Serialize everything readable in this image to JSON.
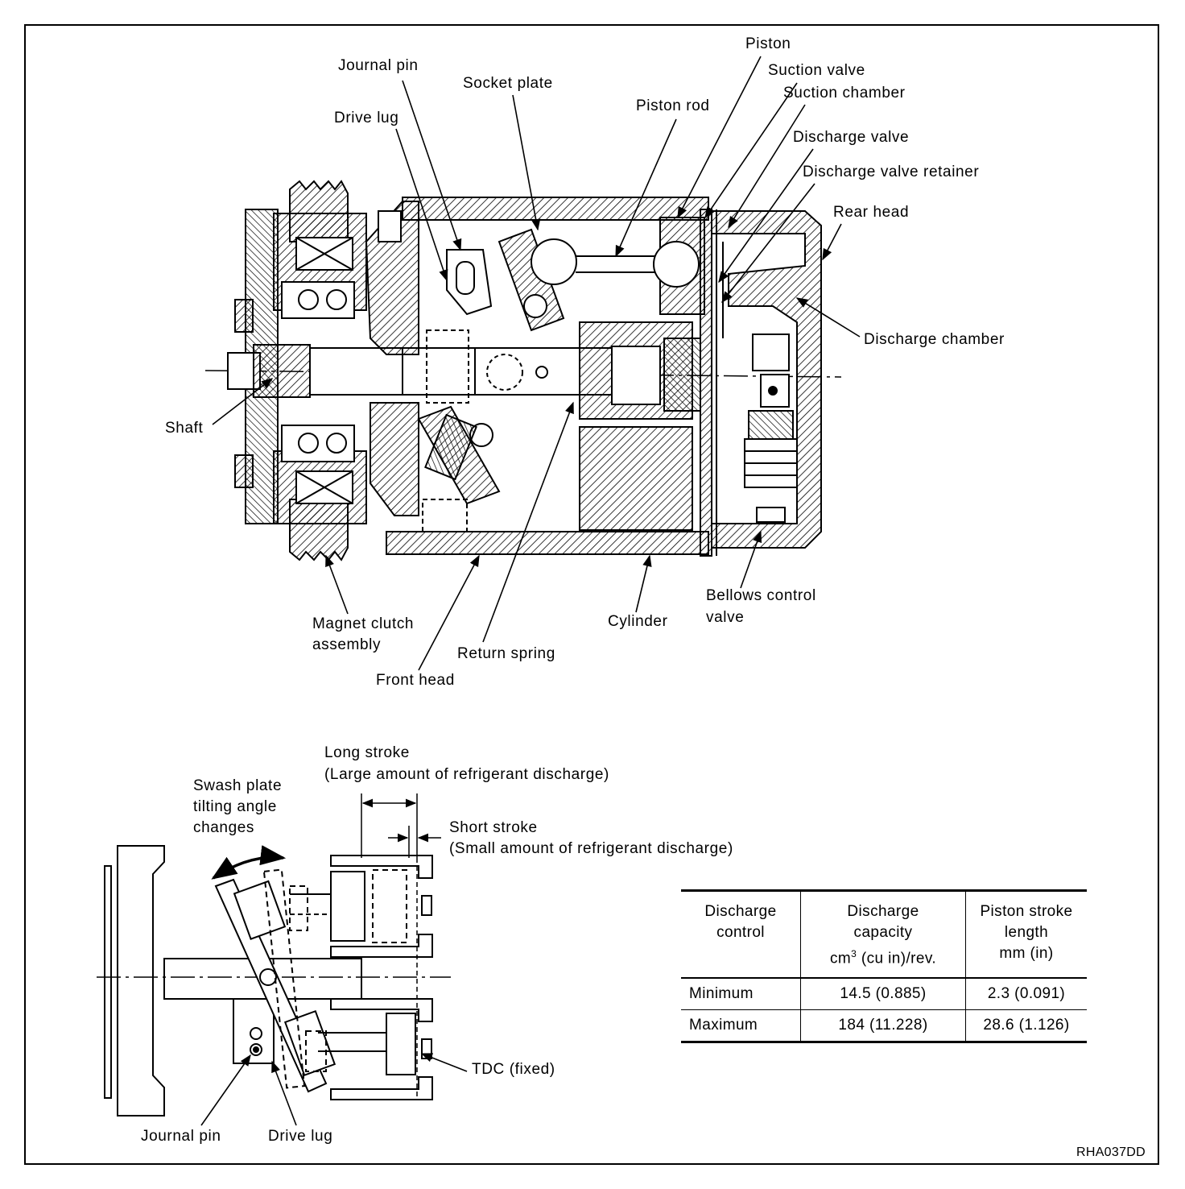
{
  "labels": {
    "journal_pin": "Journal pin",
    "socket_plate": "Socket plate",
    "drive_lug": "Drive lug",
    "piston": "Piston",
    "suction_valve": "Suction valve",
    "suction_chamber": "Suction chamber",
    "piston_rod": "Piston rod",
    "discharge_valve": "Discharge valve",
    "discharge_valve_retainer": "Discharge valve retainer",
    "rear_head": "Rear head",
    "discharge_chamber": "Discharge chamber",
    "shaft": "Shaft",
    "magnet_clutch_line1": "Magnet clutch",
    "magnet_clutch_line2": "assembly",
    "return_spring": "Return spring",
    "front_head": "Front head",
    "cylinder": "Cylinder",
    "bellows_line1": "Bellows control",
    "bellows_line2": "valve"
  },
  "lower": {
    "long_stroke_line1": "Long stroke",
    "long_stroke_line2": "(Large amount of refrigerant discharge)",
    "swash_line1": "Swash plate",
    "swash_line2": "tilting angle",
    "swash_line3": "changes",
    "short_stroke_line1": "Short stroke",
    "short_stroke_line2": "(Small amount of refrigerant discharge)",
    "tdc": "TDC (fixed)",
    "journal_pin": "Journal pin",
    "drive_lug": "Drive lug"
  },
  "table": {
    "headers": {
      "h1_line1": "Discharge",
      "h1_line2": "control",
      "h2_line1": "Discharge",
      "h2_line2": "capacity",
      "h2_line3_pre": "cm",
      "h2_line3_sup": "3",
      "h2_line3_post": " (cu in)/rev.",
      "h3_line1": "Piston stroke",
      "h3_line2": "length",
      "h3_line3": "mm (in)"
    },
    "rows": [
      {
        "control": "Minimum",
        "capacity": "14.5 (0.885)",
        "stroke": "2.3 (0.091)"
      },
      {
        "control": "Maximum",
        "capacity": "184 (11.228)",
        "stroke": "28.6 (1.126)"
      }
    ]
  },
  "figure_code": "RHA037DD"
}
